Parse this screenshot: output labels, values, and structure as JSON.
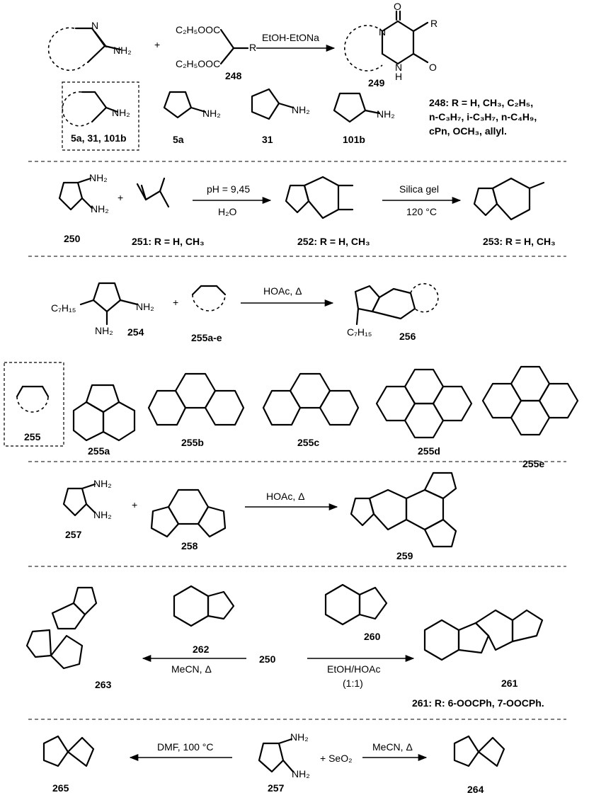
{
  "row1": {
    "reactant_ring_N": "N",
    "reactant_nh2": "NH₂",
    "plus": "+",
    "ester_top": "C₂H₅OOC",
    "ester_bottom": "C₂H₅OOC",
    "ester_r": "R",
    "ester_label": "248",
    "conditions": "EtOH-EtONa",
    "product_label": "249",
    "product_n": "N",
    "product_nh": "N",
    "product_h": "H",
    "product_r": "R",
    "product_o1": "O",
    "product_o2": "O",
    "box_label": "5a, 31, 101b",
    "label_5a": "5a",
    "label_31": "31",
    "label_101b": "101b",
    "r_list_head": "248: R = H, CH₃, C₂H₅,",
    "r_list_2": "n-C₃H₇, i-C₃H₇, n-C₄H₉,",
    "r_list_3": "cPn, OCH₃, allyl."
  },
  "row2": {
    "label_250": "250",
    "label_251": "251: R = H, CH₃",
    "conditions_top": "pH = 9,45",
    "conditions_bottom": "H₂O",
    "label_252": "252: R = H, CH₃",
    "conditions2_top": "Silica gel",
    "conditions2_bottom": "120 °C",
    "label_253": "253: R = H, CH₃",
    "nh2": "NH₂",
    "plus": "+"
  },
  "row3": {
    "c7h15": "C₇H₁₅",
    "nh2": "NH₂",
    "label_254": "254",
    "label_255ae": "255a-e",
    "conditions": "HOAc, Δ",
    "label_256": "256",
    "plus": "+",
    "label_255": "255",
    "label_255a": "255a",
    "label_255b": "255b",
    "label_255c": "255c",
    "label_255d": "255d",
    "label_255e": "255e"
  },
  "row4": {
    "label_257": "257",
    "label_258": "258",
    "label_259": "259",
    "conditions": "HOAc, Δ",
    "plus": "+"
  },
  "row5": {
    "label_262": "262",
    "label_263": "263",
    "label_250": "250",
    "label_260": "260",
    "label_261": "261",
    "conditions_left": "MeCN, Δ",
    "conditions_right_1": "EtOH/HOAc",
    "conditions_right_2": "(1:1)",
    "r_list": "261: R: 6-OOCPh, 7-OOCPh."
  },
  "row6": {
    "label_265": "265",
    "label_257": "257",
    "label_264": "264",
    "conditions_left": "DMF, 100 °C",
    "conditions_right": "MeCN, Δ",
    "reagent": "+ SeO₂"
  }
}
